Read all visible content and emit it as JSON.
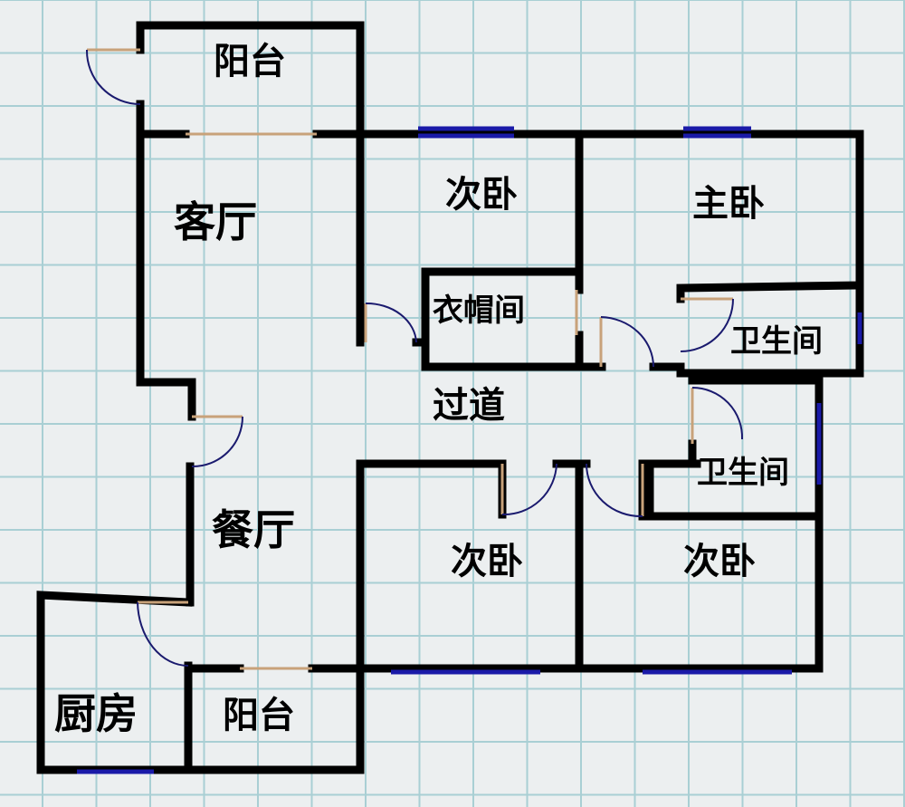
{
  "rooms": {
    "balcony_top": "阳台",
    "living_room": "客厅",
    "bedroom_1": "次卧",
    "master_bedroom": "主卧",
    "cloakroom": "衣帽间",
    "bathroom_1": "卫生间",
    "corridor": "过道",
    "bathroom_2": "卫生间",
    "dining_room": "餐厅",
    "bedroom_2": "次卧",
    "bedroom_3": "次卧",
    "kitchen": "厨房",
    "balcony_bottom": "阳台"
  },
  "colors": {
    "background": "#eceff0",
    "grid": "#a9cfd4",
    "wall": "#000000",
    "window": "#1a1aa8",
    "door_arc": "#1a1a6e",
    "door_leaf": "#c8a27a"
  }
}
